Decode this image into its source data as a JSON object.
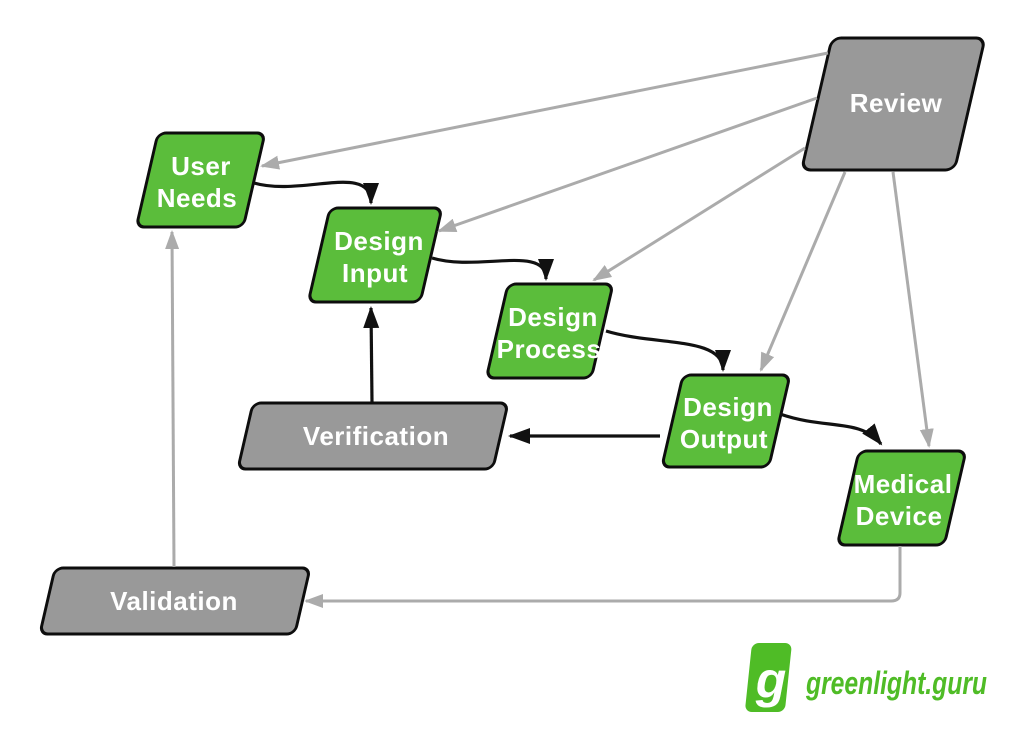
{
  "nodes": {
    "review": {
      "label": "Review"
    },
    "user_needs": {
      "label": "User Needs",
      "lines": [
        "User",
        "Needs"
      ]
    },
    "design_input": {
      "label": "Design Input",
      "lines": [
        "Design",
        "Input"
      ]
    },
    "design_process": {
      "label": "Design Process",
      "lines": [
        "Design",
        "Process"
      ]
    },
    "design_output": {
      "label": "Design Output",
      "lines": [
        "Design",
        "Output"
      ]
    },
    "medical_device": {
      "label": "Medical Device",
      "lines": [
        "Medical",
        "Device"
      ]
    },
    "verification": {
      "label": "Verification"
    },
    "validation": {
      "label": "Validation"
    }
  },
  "edges": [
    {
      "from": "User Needs",
      "to": "Design Input",
      "color": "black"
    },
    {
      "from": "Design Input",
      "to": "Design Process",
      "color": "black"
    },
    {
      "from": "Design Process",
      "to": "Design Output",
      "color": "black"
    },
    {
      "from": "Design Output",
      "to": "Medical Device",
      "color": "black"
    },
    {
      "from": "Design Output",
      "to": "Verification",
      "color": "black"
    },
    {
      "from": "Verification",
      "to": "Design Input",
      "color": "black"
    },
    {
      "from": "Review",
      "to": "User Needs",
      "color": "gray"
    },
    {
      "from": "Review",
      "to": "Design Input",
      "color": "gray"
    },
    {
      "from": "Review",
      "to": "Design Process",
      "color": "gray"
    },
    {
      "from": "Review",
      "to": "Design Output",
      "color": "gray"
    },
    {
      "from": "Review",
      "to": "Medical Device",
      "color": "gray"
    },
    {
      "from": "Medical Device",
      "to": "Validation",
      "color": "gray"
    },
    {
      "from": "Validation",
      "to": "User Needs",
      "color": "gray"
    }
  ],
  "logo": {
    "mark": "g",
    "text": "greenlight.guru"
  },
  "colors": {
    "node_green": "#5bbd3b",
    "node_gray": "#999999",
    "arrow_black": "#111111",
    "arrow_gray": "#ababab",
    "node_border": "#0d0d0d",
    "label_text": "#ffffff",
    "logo_green": "#4fbc26",
    "background": "#ffffff"
  }
}
